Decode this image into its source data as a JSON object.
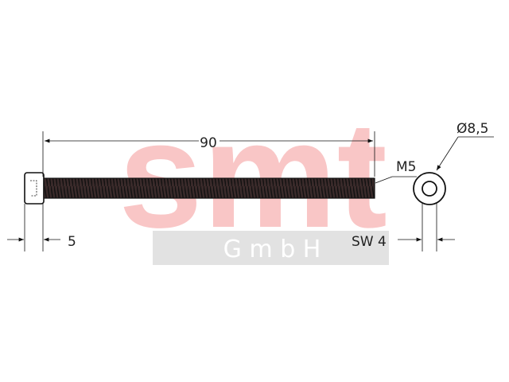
{
  "watermark": {
    "brand": "smt",
    "subtitle": "G m b H",
    "brand_color": "#f9c6c6",
    "bar_color": "#e2e2e2",
    "subtitle_color": "#ffffff"
  },
  "dimensions": {
    "length": "90",
    "thread": "M5",
    "head_height": "5",
    "head_diameter": "Ø8,5",
    "socket_size": "SW 4"
  }
}
